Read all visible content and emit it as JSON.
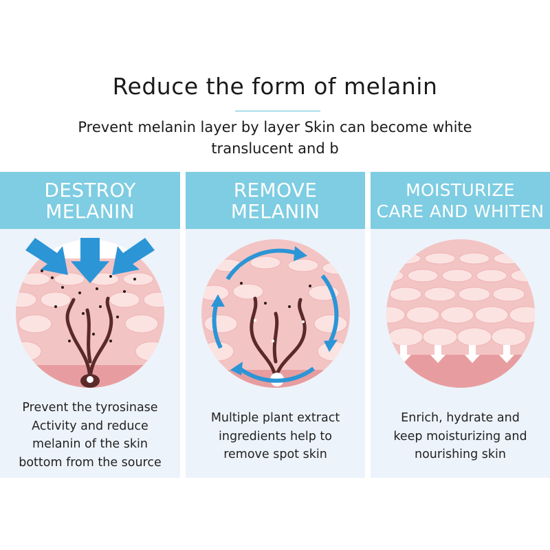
{
  "heading": {
    "title": "Reduce the form of melanin",
    "subtitle_line1": "Prevent melanin layer by layer Skin can become white",
    "subtitle_line2": "translucent and b"
  },
  "panels": [
    {
      "header_line1": "DESTROY",
      "header_line2": "MELANIN",
      "desc_lines": [
        "Prevent the tyrosinase",
        "Activity and reduce",
        "melanin of the skin",
        "bottom from the source"
      ]
    },
    {
      "header_line1": "REMOVE",
      "header_line2": "MELANIN",
      "desc_lines": [
        "Multiple plant extract",
        "ingredients help to",
        "remove spot skin"
      ]
    },
    {
      "header_line1": "MOISTURIZE",
      "header_line2": "CARE AND WHITEN",
      "desc_lines": [
        "Enrich, hydrate and",
        "keep moisturizing and",
        "nourishing skin"
      ]
    }
  ],
  "colors": {
    "accent": "#7ecde2",
    "panel_bg": "#edf3fa",
    "skin": "#f3c4c4",
    "skin_dark": "#e79d9f",
    "arrow_blue": "#2c95d6",
    "melanin": "#5a2a2a"
  }
}
